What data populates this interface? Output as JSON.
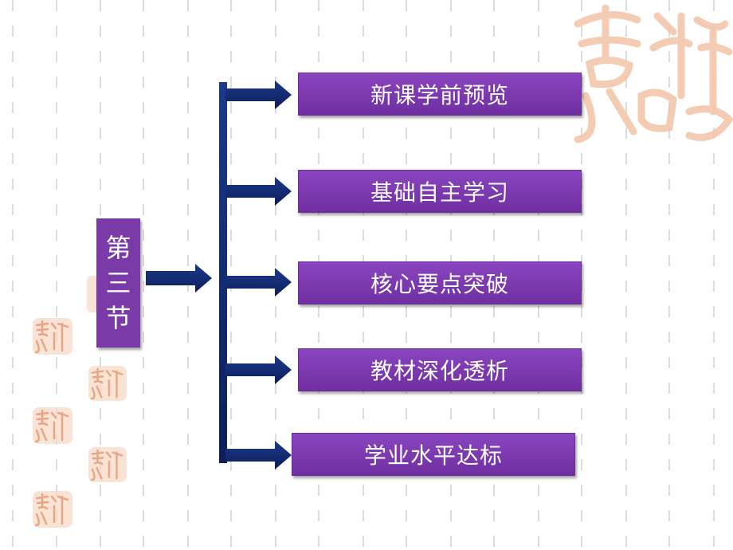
{
  "section": {
    "chars": [
      "第",
      "三",
      "节"
    ]
  },
  "menu": [
    {
      "label": "新课学前预览"
    },
    {
      "label": "基础自主学习"
    },
    {
      "label": "核心要点突破"
    },
    {
      "label": "教材深化透析"
    },
    {
      "label": "学业水平达标"
    }
  ],
  "colors": {
    "box": "#7a3aa8",
    "arrow": "#12266a",
    "seal": "#f3c3a6"
  }
}
